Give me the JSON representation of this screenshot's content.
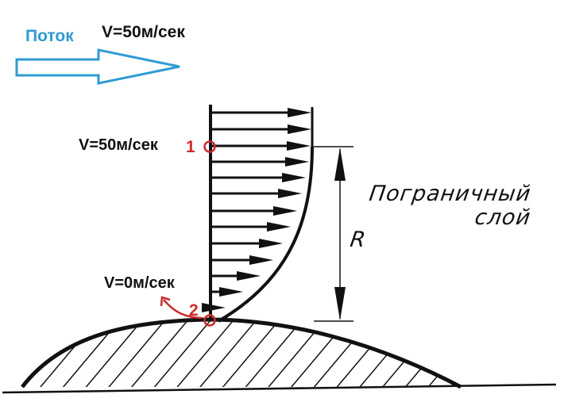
{
  "flow": {
    "label": "Поток",
    "velocity": "V=50м/сек",
    "arrow_color": "#2e9bd3"
  },
  "points": [
    {
      "number": "1",
      "velocity": "V=50м/сек",
      "marker_color": "#cc2b2b"
    },
    {
      "number": "2",
      "velocity": "V=0м/сек",
      "marker_color": "#cc2b2b"
    }
  ],
  "boundary_layer": {
    "label_line1": "Пограничный",
    "label_line2": "слой",
    "thickness_symbol": "R"
  },
  "profile": {
    "arrow_rows_y": [
      142,
      163,
      184,
      204,
      224,
      244,
      266,
      286,
      307,
      328,
      348,
      368,
      388
    ],
    "arrow_tips_x": [
      392,
      392,
      391,
      389,
      385,
      380,
      374,
      366,
      356,
      344,
      328,
      306,
      284
    ]
  }
}
